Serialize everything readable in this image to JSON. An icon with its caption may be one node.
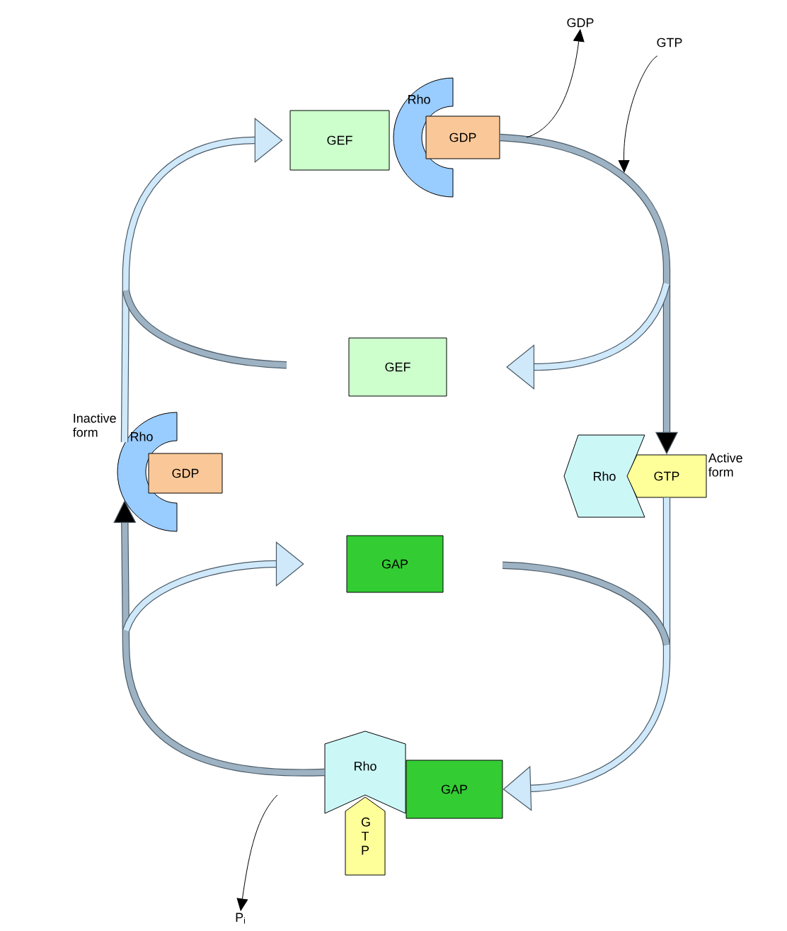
{
  "diagram": {
    "nodes": [
      {
        "text": [
          "GEF"
        ]
      },
      {
        "text": [
          "Rho"
        ]
      },
      {
        "text": [
          "GDP"
        ]
      },
      {
        "text": [
          "GDP"
        ]
      },
      {
        "text": [
          "GTP"
        ]
      },
      {
        "text": [
          "GEF"
        ]
      },
      {
        "text": [
          "Rho"
        ],
        "beside": [
          "Inactive form"
        ]
      },
      {
        "text": [
          "GDP"
        ]
      },
      {
        "text": [
          "Rho"
        ]
      },
      {
        "text": [
          "GTP"
        ],
        "beside": [
          "Active form"
        ]
      },
      {
        "text": [
          "GAP"
        ]
      },
      {
        "text": [
          "Rho"
        ]
      },
      {
        "text": [
          "G T P"
        ]
      },
      {
        "text": [
          "GAP"
        ]
      },
      {
        "text": [
          "P$_{i}$"
        ]
      }
    ],
    "edges": [
      {
        "from": 6,
        "to": 0,
        "arrow": "to"
      },
      {
        "from": 2,
        "to": 9,
        "arrow": "to"
      },
      {
        "from": null,
        "to": 3,
        "arrow": "to",
        "color": "#000000"
      },
      {
        "from": 4,
        "to": null,
        "arrow": "to",
        "color": "#000000"
      },
      {
        "from": 9,
        "to": 13,
        "arrow": "to"
      },
      {
        "from": 11,
        "to": 6,
        "arrow": "to"
      },
      {
        "from": null,
        "to": 14,
        "arrow": "to",
        "color": "#000000"
      },
      {
        "from": null,
        "to": 5,
        "arrow": "to"
      },
      {
        "from": 5,
        "to": null,
        "arrow": "none"
      },
      {
        "from": 10,
        "to": null,
        "arrow": "none"
      },
      {
        "from": null,
        "to": 10,
        "arrow": "to"
      }
    ]
  }
}
